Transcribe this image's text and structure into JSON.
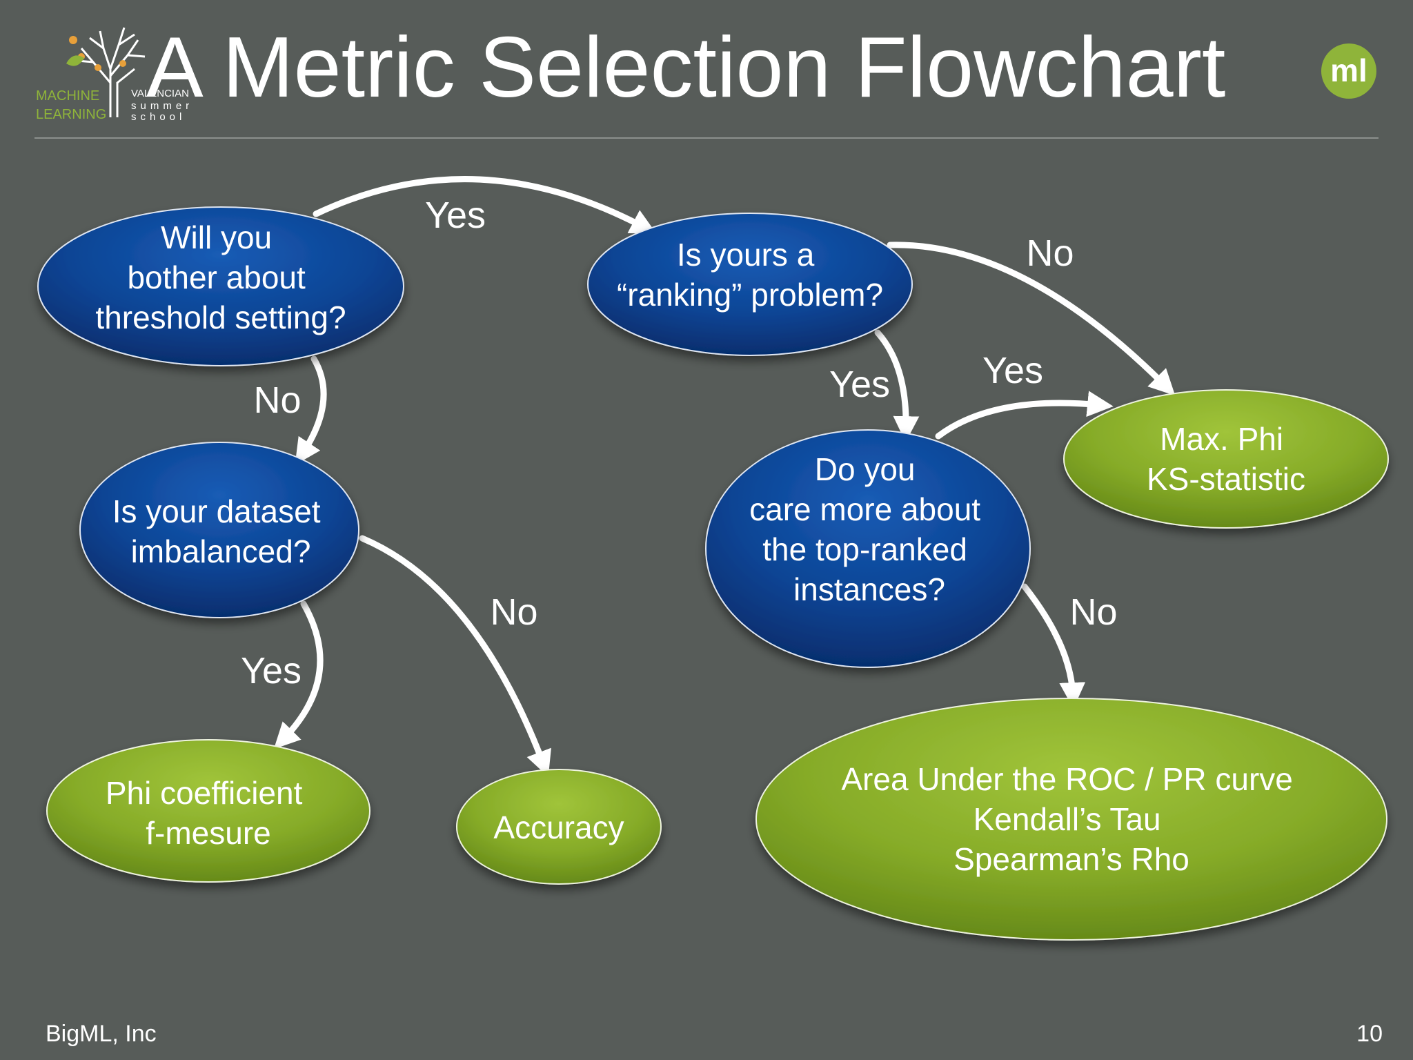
{
  "header": {
    "title": "A Metric Selection Flowchart",
    "logo_left": {
      "line1": "MACHINE",
      "line2": "LEARNING",
      "side1": "VALENCIAN",
      "side2": "summer",
      "side3": "school"
    },
    "logo_right": "ml"
  },
  "nodes": {
    "threshold": [
      "Will you",
      "bother about",
      "threshold setting?"
    ],
    "ranking": [
      "Is yours a",
      "“ranking” problem?"
    ],
    "imbalanced": [
      "Is your dataset",
      "imbalanced?"
    ],
    "top_ranked": [
      "Do you",
      "care more about",
      "the top-ranked",
      "instances?"
    ],
    "max_phi": [
      "Max. Phi",
      "KS-statistic"
    ],
    "phi": [
      "Phi coefficient",
      "f-mesure"
    ],
    "accuracy": [
      "Accuracy"
    ],
    "auc": [
      "Area Under the ROC / PR curve",
      "Kendall’s Tau",
      "Spearman’s Rho"
    ]
  },
  "edges": {
    "threshold_to_ranking": "Yes",
    "threshold_to_imbalanced": "No",
    "ranking_to_maxphi": "No",
    "ranking_to_topranked": "Yes",
    "topranked_to_maxphi": "Yes",
    "topranked_to_auc": "No",
    "imbalanced_to_phi": "Yes",
    "imbalanced_to_accuracy": "No"
  },
  "colors": {
    "background": "#575c59",
    "question_node": "#0a3f8c",
    "answer_node": "#82a826",
    "logo_green": "#8fb43a",
    "logo_orange": "#e8a03a"
  },
  "footer": {
    "company": "BigML, Inc",
    "page_number": "10"
  }
}
